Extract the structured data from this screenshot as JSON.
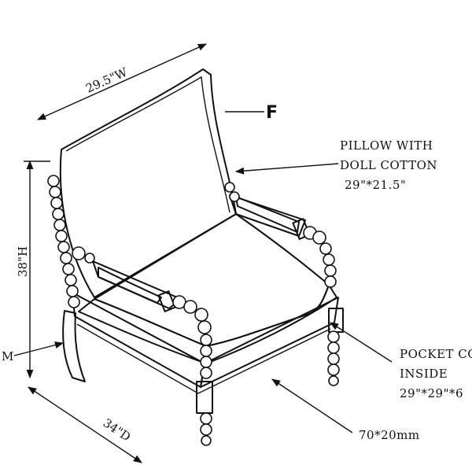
{
  "labels": {
    "marker_f": "F",
    "pillow_line1": "PILLOW WITH",
    "pillow_line2": "DOLL COTTON",
    "pillow_size": "29\"*21.5\"",
    "pocket_line1": "POCKET CO",
    "pocket_line2": "INSIDE",
    "pocket_size": "29\"*29\"*6",
    "rail_size": "70*20mm",
    "left_edge": "M"
  },
  "dimensions": {
    "width": "29.5\"W",
    "height": "38\"H",
    "depth": "34\"D"
  }
}
